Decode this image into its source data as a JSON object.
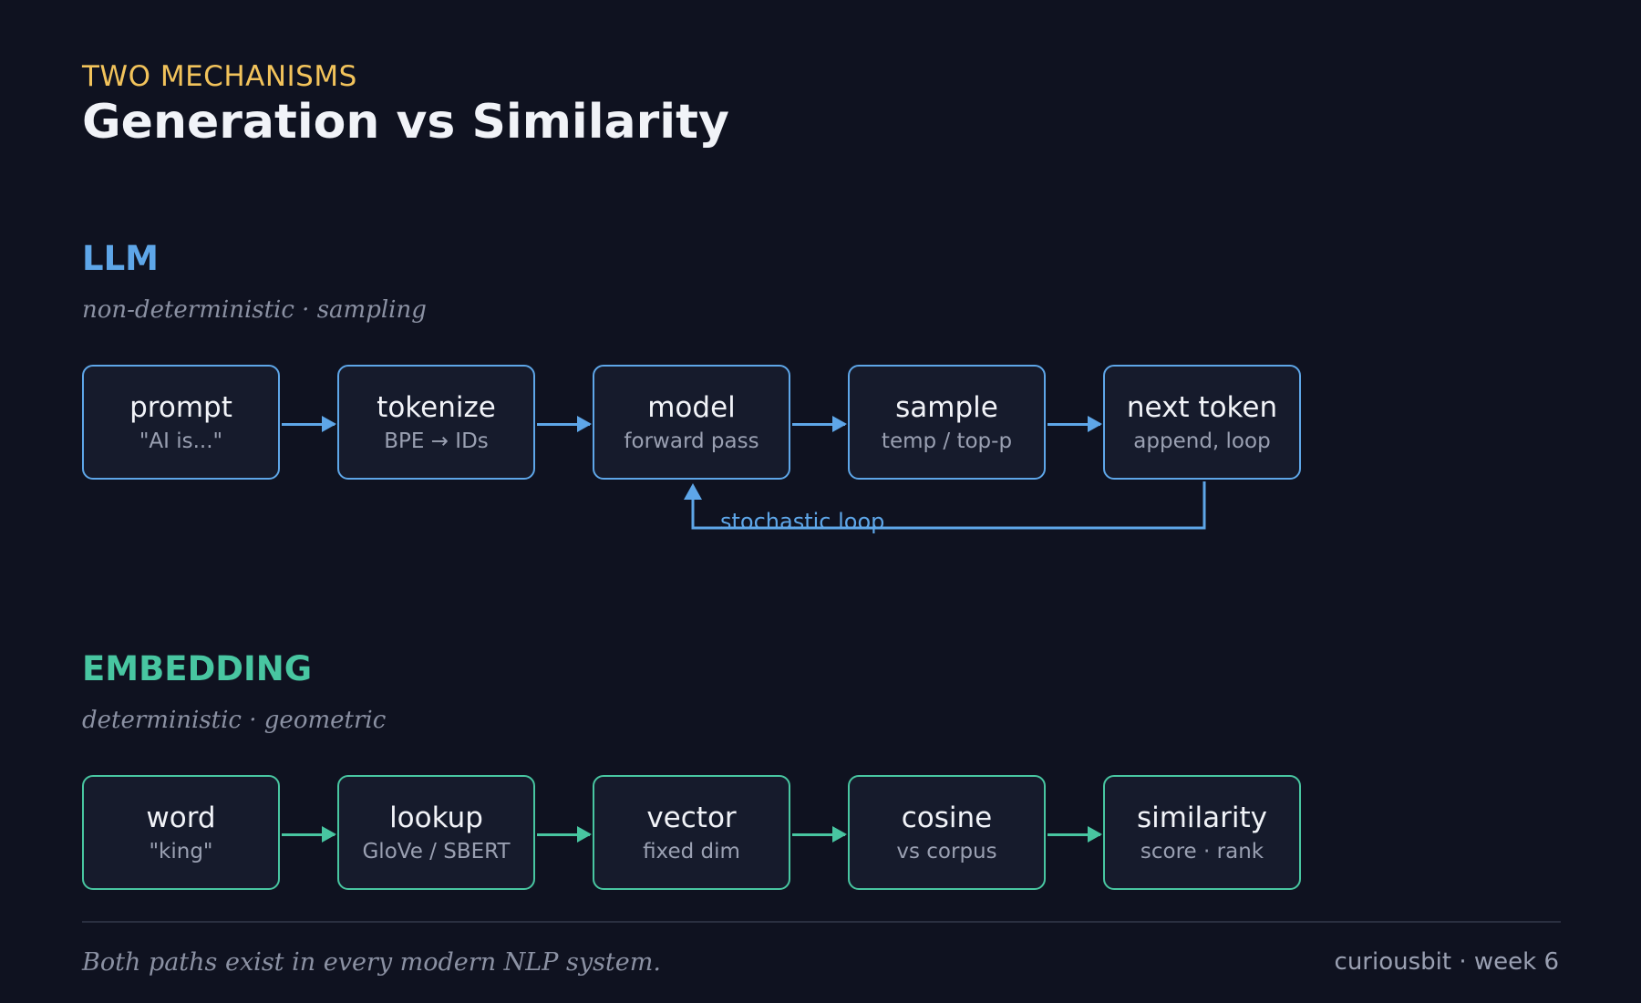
{
  "header": {
    "kicker": "TWO MECHANISMS",
    "title": "Generation vs Similarity"
  },
  "colors": {
    "background": "#0f1220",
    "kicker": "#f2c35b",
    "llm": "#5ea6e8",
    "embedding": "#48c6a1"
  },
  "llm": {
    "label": "LLM",
    "subtitle": "non-deterministic · sampling",
    "steps": [
      {
        "title": "prompt",
        "sub": "\"AI is...\""
      },
      {
        "title": "tokenize",
        "sub": "BPE → IDs"
      },
      {
        "title": "model",
        "sub": "forward pass"
      },
      {
        "title": "sample",
        "sub": "temp / top-p"
      },
      {
        "title": "next token",
        "sub": "append, loop"
      }
    ],
    "loop_label": "stochastic loop"
  },
  "embedding": {
    "label": "EMBEDDING",
    "subtitle": "deterministic · geometric",
    "steps": [
      {
        "title": "word",
        "sub": "\"king\""
      },
      {
        "title": "lookup",
        "sub": "GloVe / SBERT"
      },
      {
        "title": "vector",
        "sub": "fixed dim"
      },
      {
        "title": "cosine",
        "sub": "vs corpus"
      },
      {
        "title": "similarity",
        "sub": "score · rank"
      }
    ]
  },
  "footer": {
    "note": "Both paths exist in every modern NLP system.",
    "credit": "curiousbit · week 6"
  }
}
